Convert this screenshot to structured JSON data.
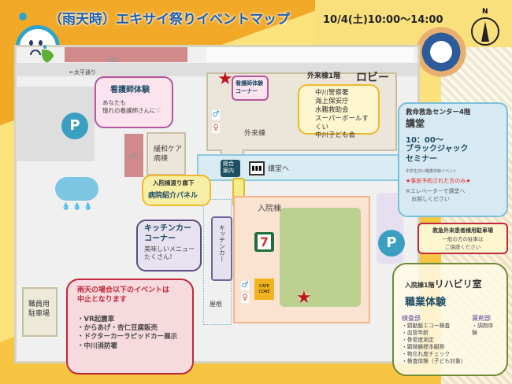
{
  "header": {
    "title": "（雨天時）エキサイ祭りイベントマップ",
    "date": "10/4(土)10:00～14:00",
    "compass": "N"
  },
  "map": {
    "street": "←太平通り",
    "outpatient_floor": "外来棟1階",
    "lobby": "ロビー",
    "outpatient": "外来棟",
    "palliative": "緩和ケア\n病棟",
    "info_desk": "総合\n案内",
    "to_auditorium": "講堂へ",
    "ward": "入院棟",
    "kitchen_car": "キッチンカー",
    "roof": "屋根",
    "staff_parking": "職員用\n駐車場",
    "parking": "P",
    "cafe": "CAFE\nCORE",
    "convenience": "7"
  },
  "callouts": {
    "nurse": {
      "title": "看護師体験",
      "text": "あなたも\n憧れの看護師さんに♡"
    },
    "nurse_corner": "看護師体験\nコーナー",
    "orgs": [
      "中川警察署",
      "海上保安庁",
      "水難救助会",
      "スーパーボールすくい",
      "中川子ども会"
    ],
    "emergency": {
      "floor": "救命救急センター4階",
      "room": "講堂",
      "time": "10：00～",
      "title": "ブラックジャック\nセミナー",
      "sub": "中学生向け職業体験イベント",
      "note": "★事前予約された方のみ★",
      "elevator": "※エレベーターで講堂へ\n　お越しください"
    },
    "parking": {
      "title": "救急外来患者様用駐車場",
      "text": "一般の方の駐車は\nご遠慮ください"
    },
    "corridor": {
      "title": "入院棟渡り廊下",
      "sub": "病院紹介パネル"
    },
    "kitchen": {
      "title": "キッチンカー\nコーナー",
      "text": "美味しいメニュー\nたくさん！"
    },
    "rain": {
      "title": "雨天の場合以下のイベントは\n中止となります",
      "items": [
        "・VR起震車",
        "・からあげ・杏仁豆腐販売",
        "・ドクターカーラピッドカー展示",
        "・中川消防署"
      ]
    },
    "rehab": {
      "floor": "入院棟1階",
      "room": "リハビリ室",
      "title": "職業体験",
      "lab_head": "検査部",
      "lab": [
        "・頸動脈エコー検査",
        "・血管年齢",
        "・骨密度測定",
        "・顕微鏡標本観察",
        "・物忘れ度チェック",
        "・検査体験（子ども対象）"
      ],
      "pharm_head": "薬剤部",
      "pharm": [
        "・調剤体験"
      ]
    }
  }
}
